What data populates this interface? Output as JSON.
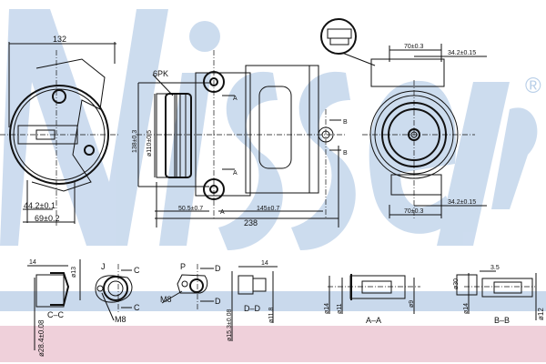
{
  "watermark": {
    "brand": "Nissens",
    "registered": "®",
    "color": "#b9cfe8"
  },
  "colors": {
    "band_blue": "#c9d9ec",
    "band_pink": "#efd0da",
    "line": "#111111"
  },
  "front_view": {
    "width": "132",
    "dim_a": "44.2±0.1",
    "dim_b": "69±0.2"
  },
  "side_view": {
    "belt": "6PK",
    "height": "138±0.3",
    "pulley_dia": "ø110±0.5",
    "offset": "50.5±0.7",
    "body": "145±0.7",
    "length": "238",
    "section_a": "A",
    "section_b": "B"
  },
  "rear_view": {
    "top_width": "70±0.3",
    "top_offset": "34.2±0.15",
    "bottom_width": "70±0.3",
    "bottom_offset": "34.2±0.15"
  },
  "details": {
    "cc": {
      "label": "C–C",
      "len": "14",
      "dia1": "ø13",
      "dia2": "ø28.4±0.08"
    },
    "j": {
      "label": "J",
      "cut": "C",
      "thread": "M8"
    },
    "p": {
      "label": "P",
      "cut": "D",
      "thread": "M8"
    },
    "dd": {
      "label": "D–D",
      "len": "14",
      "dia1": "ø15.3±0.08",
      "dia2": "ø11.8"
    },
    "aa": {
      "label": "A–A",
      "dia1": "ø14",
      "dia2": "ø11",
      "dia3": "ø9"
    },
    "bb": {
      "label": "B–B",
      "len": "3.5",
      "dia1": "ø30",
      "dia2": "ø14",
      "dia3": "ø12"
    }
  }
}
